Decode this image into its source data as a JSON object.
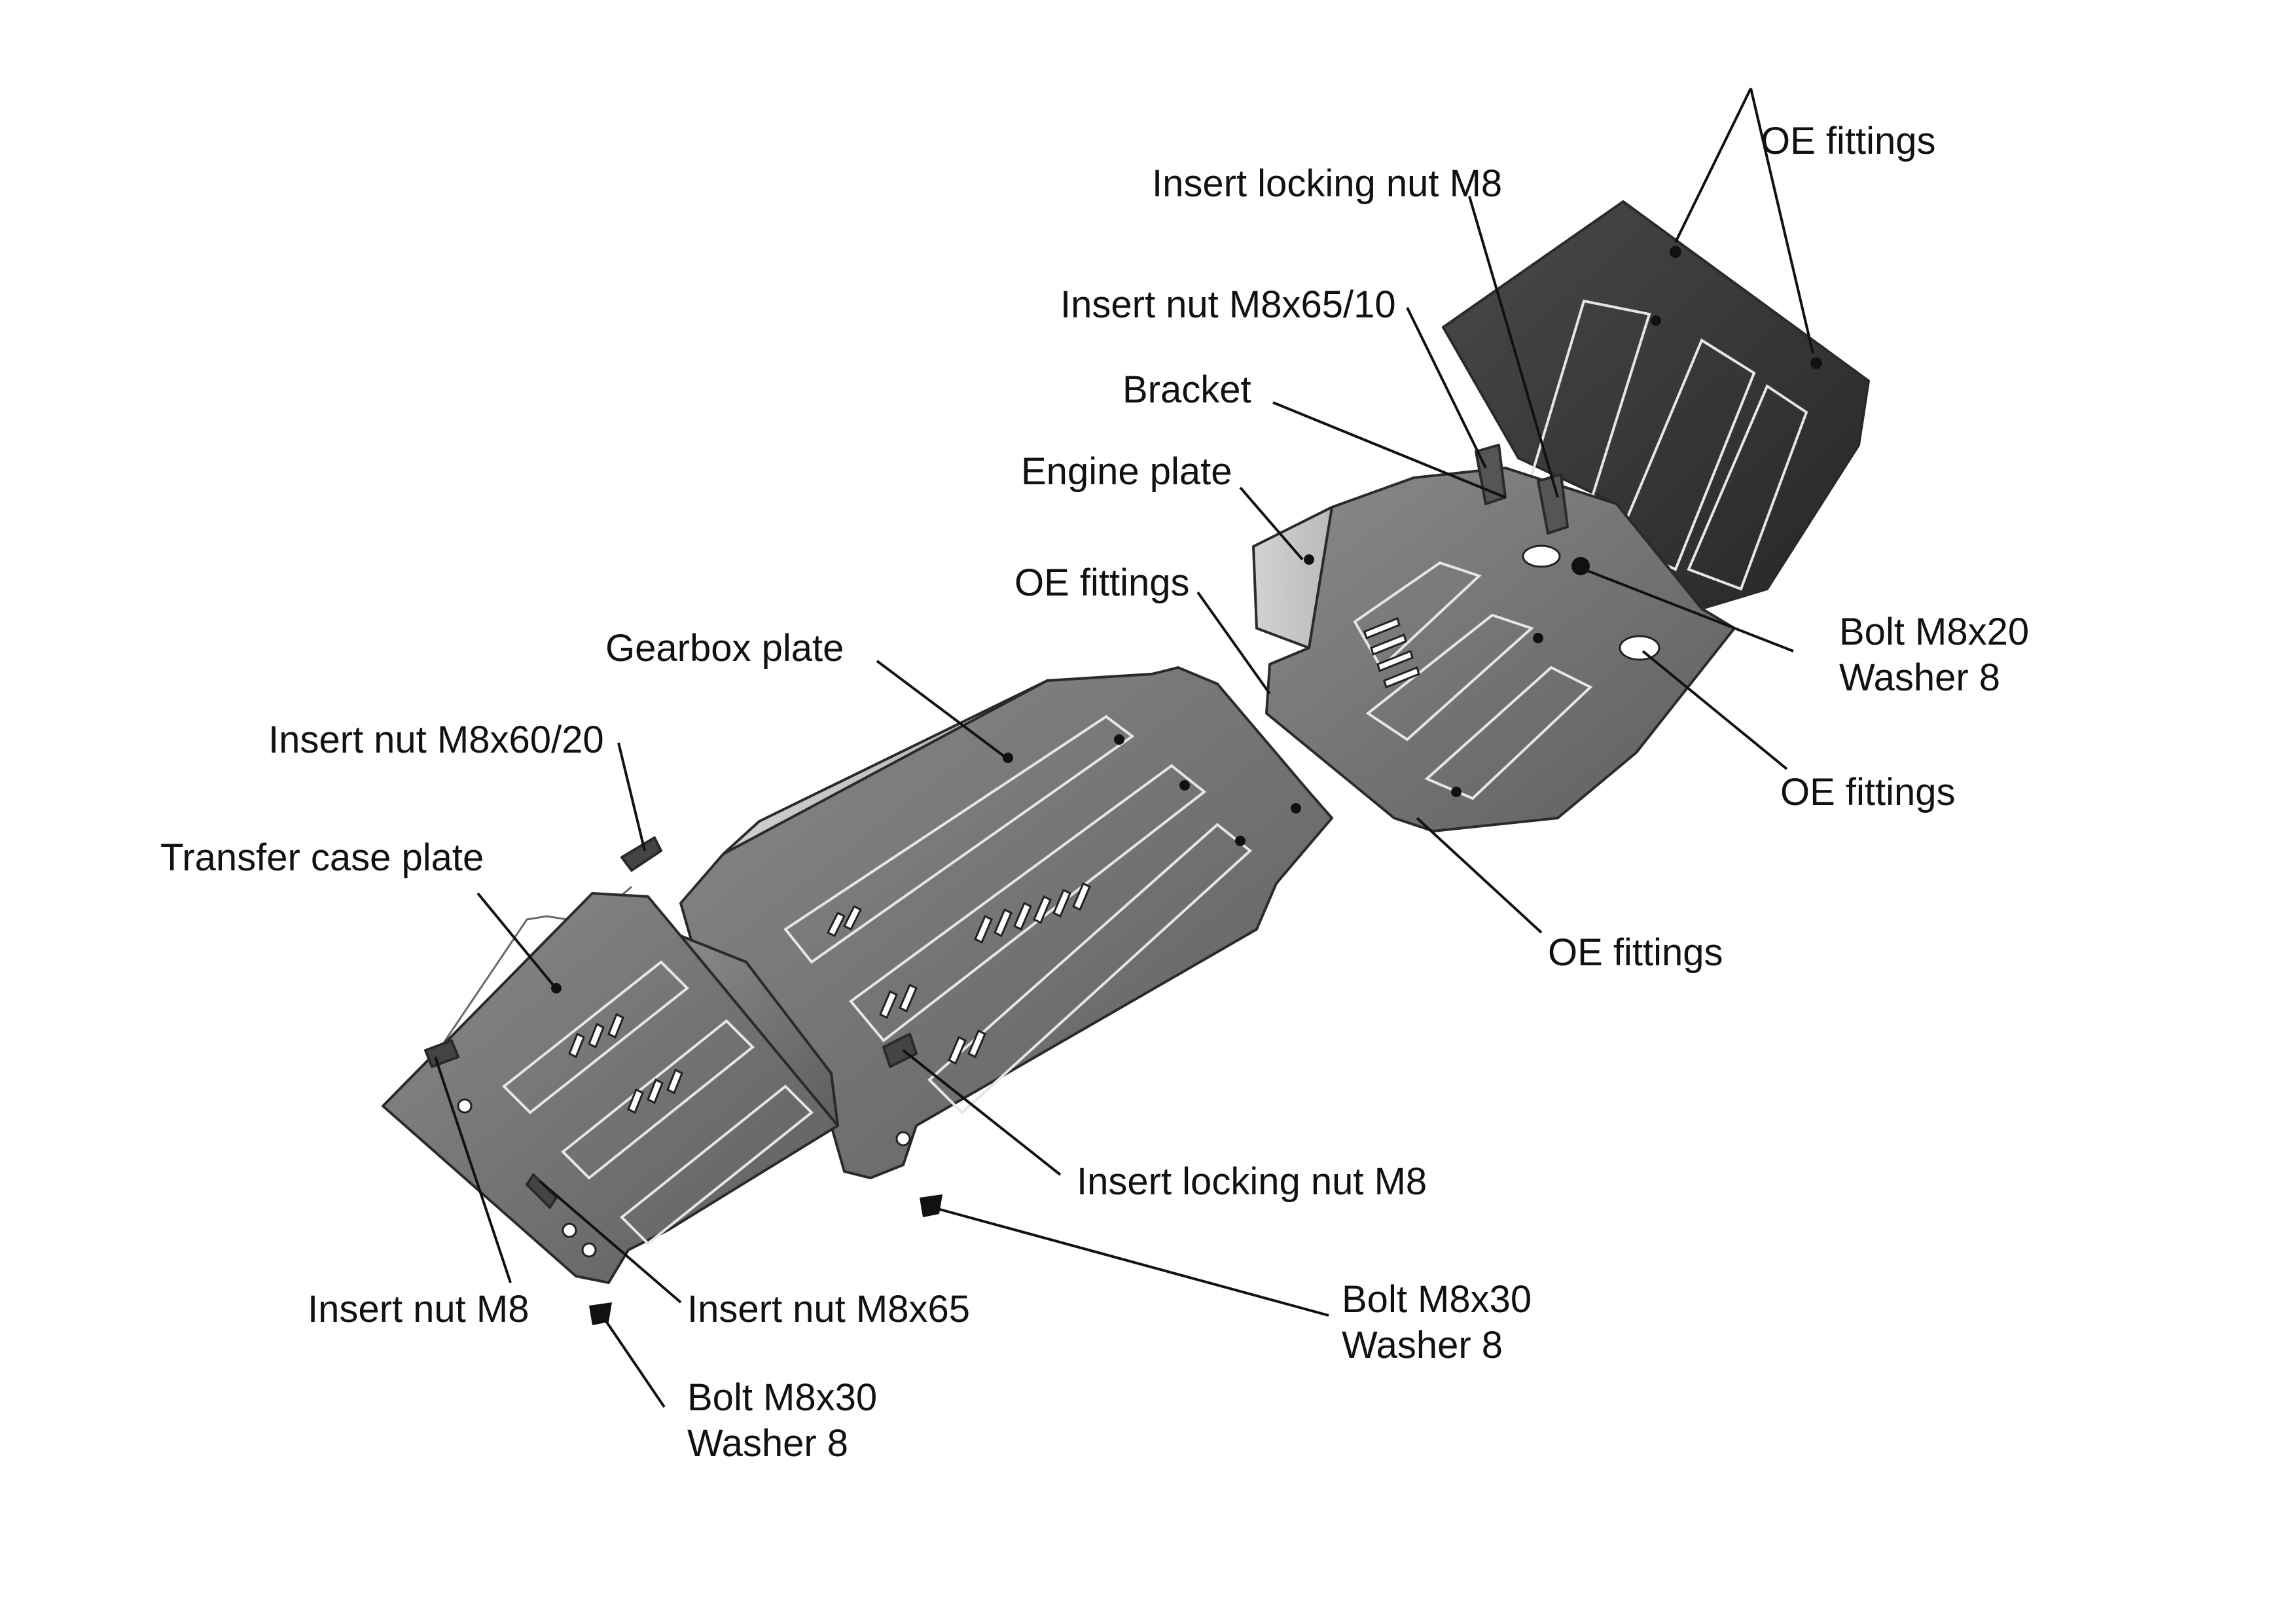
{
  "colors": {
    "background": "#ffffff",
    "plate_face": "#7a7a7a",
    "plate_dark": "#3c3c3c",
    "plate_light": "#bdbdbd",
    "text": "#111111"
  },
  "callouts": {
    "oe_fittings_top": "OE fittings",
    "insert_locking_nut_top": "Insert locking nut M8",
    "insert_nut_m8x65_10": "Insert nut M8x65/10",
    "bracket": "Bracket",
    "engine_plate": "Engine plate",
    "oe_fittings_left": "OE fittings",
    "bolt_m8x20": "Bolt M8x20",
    "washer_8_a": "Washer 8",
    "gearbox_plate": "Gearbox plate",
    "oe_fittings_right": "OE fittings",
    "insert_nut_m8x60_20": "Insert nut M8x60/20",
    "transfer_case_plate": "Transfer case plate",
    "oe_fittings_bottom": "OE fittings",
    "insert_locking_nut_bottom": "Insert locking nut M8",
    "bolt_m8x30_right": "Bolt M8x30",
    "washer_8_b": "Washer 8",
    "insert_nut_m8": "Insert nut M8",
    "insert_nut_m8x65": "Insert nut M8x65",
    "bolt_m8x30_bottom": "Bolt M8x30",
    "washer_8_c": "Washer 8"
  }
}
